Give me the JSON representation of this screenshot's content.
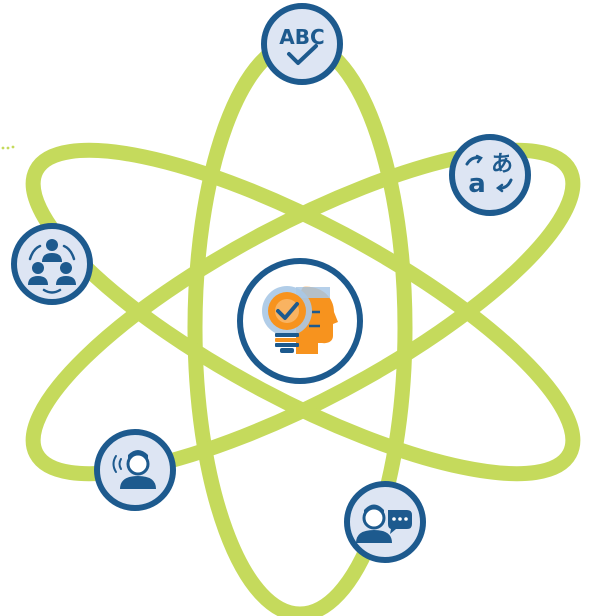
{
  "diagram": {
    "colors": {
      "orbit": "#c5da5c",
      "node_border": "#1d5a8e",
      "node_fill": "#dde5f3",
      "icon_dark": "#1d5a8e",
      "center_fill": "#ffffff",
      "center_accent": "#f7931e",
      "center_muted": "#a9c8e6"
    },
    "center": {
      "icon": "lightbulb-head-icon"
    },
    "nodes": [
      {
        "id": "top",
        "icon": "abc-check-icon",
        "label": "ABC"
      },
      {
        "id": "upper-right",
        "icon": "translate-icon",
        "latin": "a",
        "japanese": "あ"
      },
      {
        "id": "left",
        "icon": "group-exchange-icon"
      },
      {
        "id": "lower-left",
        "icon": "person-speaking-icon"
      },
      {
        "id": "bottom-right",
        "icon": "person-chat-icon"
      }
    ]
  }
}
